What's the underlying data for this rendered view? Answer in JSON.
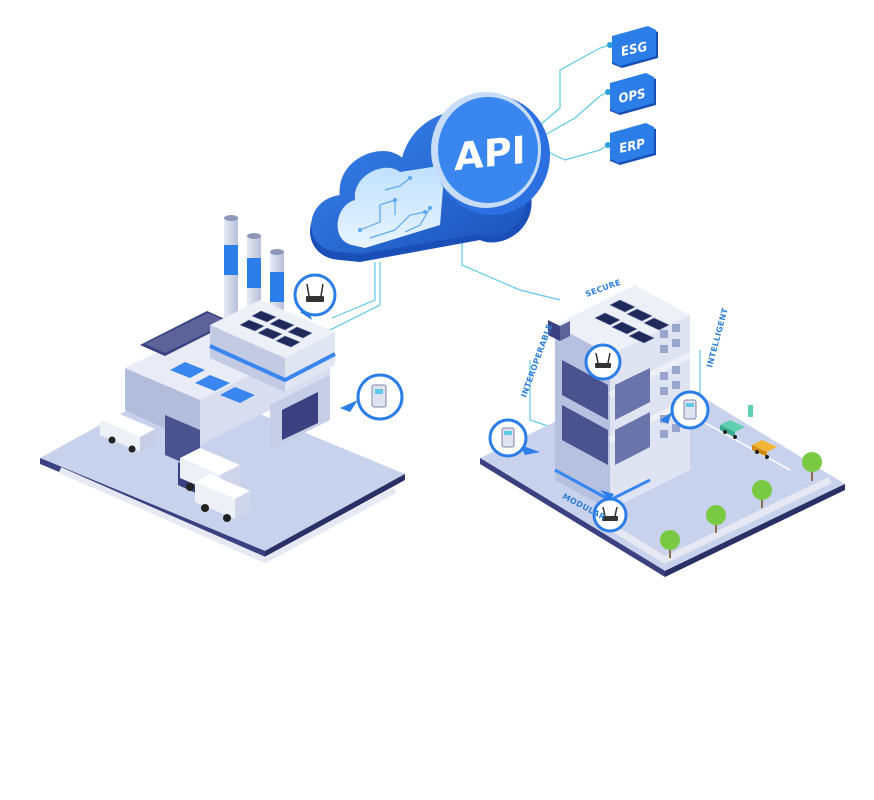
{
  "cloud": {
    "label": "API"
  },
  "endpoints": [
    {
      "label": "ESG"
    },
    {
      "label": "OPS"
    },
    {
      "label": "ERP"
    }
  ],
  "building_labels": {
    "top": "SECURE",
    "left": "INTEROPERABLE",
    "right": "INTELLIGENT",
    "bottom": "MODULAR"
  },
  "colors": {
    "primary_blue": "#2b6fe0",
    "dark_blue": "#1a4fb8",
    "light_blue": "#cfe4ff",
    "line_cyan": "#5ec8e8",
    "platform": "#c9d2ec",
    "tree_green": "#7ac943"
  },
  "icons": [
    "wifi-router-icon",
    "smart-meter-icon",
    "solar-panel-icon",
    "cloud-icon",
    "truck-icon",
    "car-icon",
    "tree-icon"
  ]
}
